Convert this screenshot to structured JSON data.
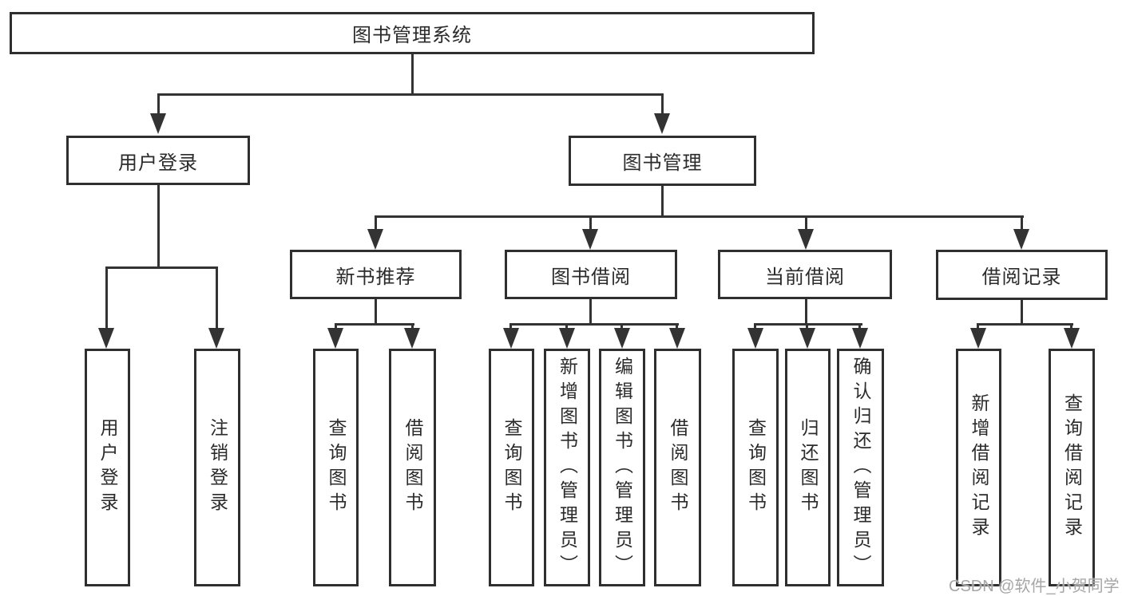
{
  "diagram": {
    "type": "hierarchy",
    "root": {
      "label": "图书管理系统"
    },
    "level2": {
      "user_login": {
        "label": "用户登录"
      },
      "book_mgmt": {
        "label": "图书管理"
      }
    },
    "level3": {
      "new_book_rec": {
        "label": "新书推荐"
      },
      "book_borrow": {
        "label": "图书借阅"
      },
      "current_borrow": {
        "label": "当前借阅"
      },
      "borrow_record": {
        "label": "借阅记录"
      }
    },
    "leaves": {
      "user_login": {
        "login": "用户登录",
        "logout": "注销登录"
      },
      "new_book_rec": {
        "query": "查询图书",
        "borrow": "借阅图书"
      },
      "book_borrow": {
        "query": "查询图书",
        "add": "新增图书（管理员）",
        "edit": "编辑图书（管理员）",
        "borrow": "借阅图书"
      },
      "current_borrow": {
        "query": "查询图书",
        "return": "归还图书",
        "confirm": "确认归还（管理员）"
      },
      "borrow_record": {
        "add": "新增借阅记录",
        "query": "查询借阅记录"
      }
    }
  },
  "watermark": {
    "text": "CSDN @软件_小贺同学"
  },
  "colors": {
    "line": "#333333",
    "box_border": "#2f2f2f",
    "text": "#2b2b2b",
    "watermark": "#a6a6a6",
    "background": "#ffffff"
  }
}
